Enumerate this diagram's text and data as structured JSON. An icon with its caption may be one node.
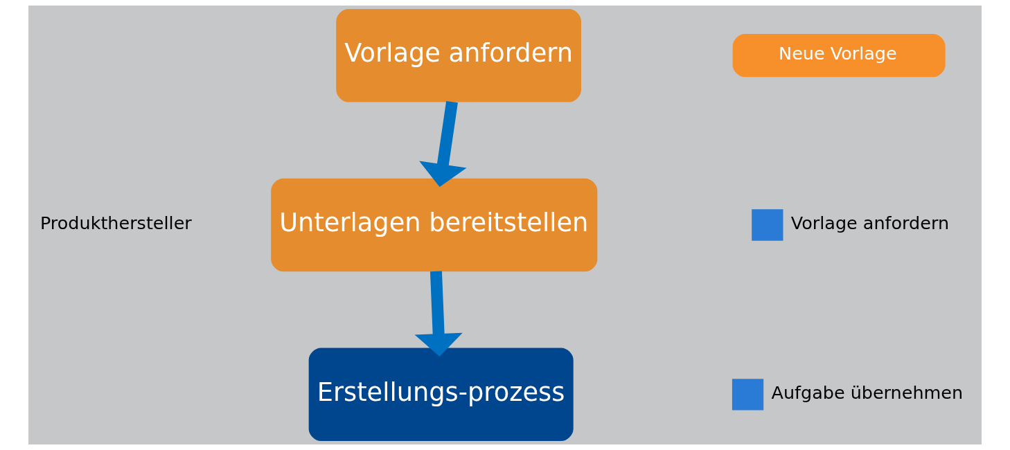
{
  "diagram": {
    "nodes": [
      {
        "text": [
          "Vorlage anfordern"
        ]
      },
      {
        "text": [
          "Unterlagen bereitstellen"
        ]
      },
      {
        "text": [
          "Erstellungs-prozess"
        ]
      },
      {
        "text": [
          "Neue Vorlage"
        ]
      }
    ],
    "edges": [
      {
        "from": 0,
        "to": 1,
        "arrow": "to"
      },
      {
        "from": 1,
        "to": 2,
        "arrow": "to"
      }
    ],
    "labels": [
      "Produkthersteller",
      "Vorlage anfordern",
      "Aufgabe übernehmen"
    ]
  }
}
